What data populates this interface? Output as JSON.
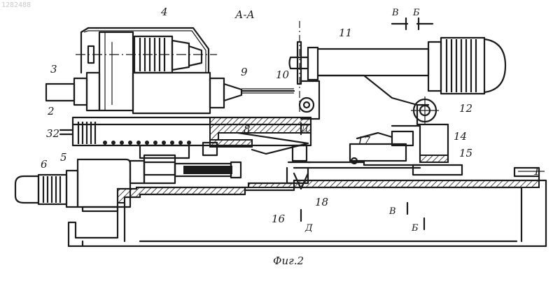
{
  "watermark": "1282488",
  "section_title": "А-А",
  "caption": "Фиг.2",
  "labels": {
    "l1": "1",
    "l2": "2",
    "l3": "3",
    "l4": "4",
    "l5": "5",
    "l6": "6",
    "l8": "8",
    "l9": "9",
    "l10": "10",
    "l11": "11",
    "l12": "12",
    "l14": "14",
    "l15": "15",
    "l16": "16",
    "l17": "17",
    "l18": "18",
    "l32": "32"
  },
  "section_marks": {
    "v_top": "В",
    "b_top": "Б",
    "d_mid": "Д",
    "d_bottom": "Д",
    "v_bottom": "В",
    "b_bottom": "Б"
  }
}
